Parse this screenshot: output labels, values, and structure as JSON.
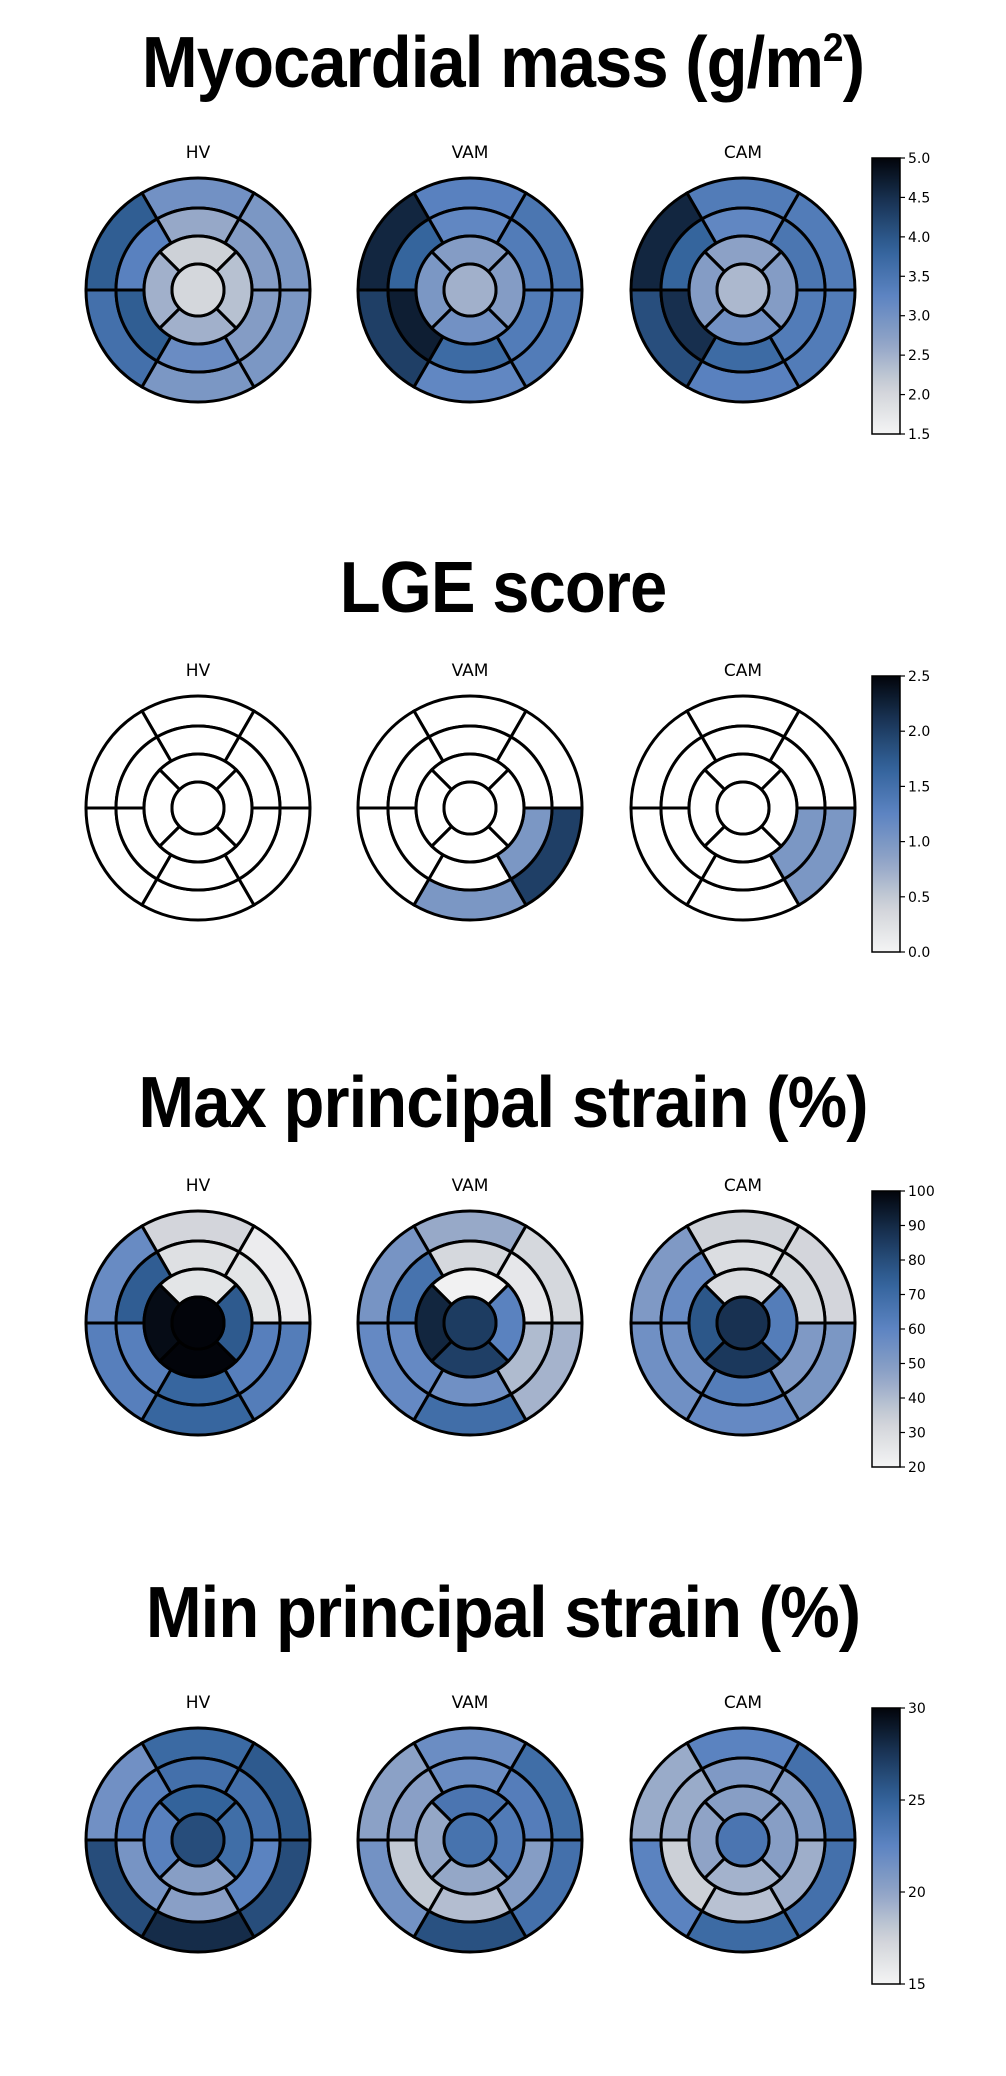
{
  "segment_order": "basal[top,upper-left,lower-left,bottom,lower-right,upper-right], mid[same], apical[top,left,bottom,right], apex",
  "chart_data": [
    {
      "type": "heatmap",
      "subtype": "bullseye-17-segment",
      "title": "Myocardial mass (g/m",
      "title_sup": "2",
      "title_close": ")",
      "vmin": 1.5,
      "vmax": 5.0,
      "colorbar_ticks": [
        "1.5",
        "2.0",
        "2.5",
        "3.0",
        "3.5",
        "4.0",
        "4.5",
        "5.0"
      ],
      "colorbar_tick_values": [
        1.5,
        2.0,
        2.5,
        3.0,
        3.5,
        4.0,
        4.5,
        5.0
      ],
      "panels": [
        {
          "label": "HV",
          "basal": [
            3.0,
            3.9,
            3.6,
            2.9,
            2.9,
            2.9
          ],
          "mid": [
            2.6,
            3.3,
            3.9,
            3.1,
            2.8,
            2.8
          ],
          "apical": [
            2.1,
            2.5,
            2.5,
            2.3
          ],
          "apex": 2.0
        },
        {
          "label": "VAM",
          "basal": [
            3.3,
            4.6,
            4.3,
            3.2,
            3.4,
            3.5
          ],
          "mid": [
            3.2,
            3.8,
            4.7,
            3.7,
            3.4,
            3.4
          ],
          "apical": [
            2.8,
            2.9,
            3.0,
            2.8
          ],
          "apex": 2.5
        },
        {
          "label": "CAM",
          "basal": [
            3.4,
            4.6,
            4.1,
            3.3,
            3.4,
            3.4
          ],
          "mid": [
            3.2,
            3.8,
            4.5,
            3.7,
            3.4,
            3.5
          ],
          "apical": [
            2.7,
            2.8,
            3.0,
            2.8
          ],
          "apex": 2.4
        }
      ]
    },
    {
      "type": "heatmap",
      "subtype": "bullseye-17-segment",
      "title": "LGE score",
      "vmin": 0.0,
      "vmax": 2.5,
      "colorbar_ticks": [
        "0.0",
        "0.5",
        "1.0",
        "1.5",
        "2.0",
        "2.5"
      ],
      "colorbar_tick_values": [
        0.0,
        0.5,
        1.0,
        1.5,
        2.0,
        2.5
      ],
      "panels": [
        {
          "label": "HV",
          "basal": [
            0,
            0,
            0,
            0,
            0,
            0
          ],
          "mid": [
            0,
            0,
            0,
            0,
            0,
            0
          ],
          "apical": [
            0,
            0,
            0,
            0
          ],
          "apex": 0
        },
        {
          "label": "VAM",
          "basal": [
            0,
            0,
            0,
            1.0,
            2.0,
            0
          ],
          "mid": [
            0,
            0,
            0,
            0,
            1.0,
            0
          ],
          "apical": [
            0,
            0,
            0,
            0
          ],
          "apex": 0
        },
        {
          "label": "CAM",
          "basal": [
            0,
            0,
            0,
            0,
            1.0,
            0
          ],
          "mid": [
            0,
            0,
            0,
            0,
            1.0,
            0
          ],
          "apical": [
            0,
            0,
            0,
            0
          ],
          "apex": 0
        }
      ]
    },
    {
      "type": "heatmap",
      "subtype": "bullseye-17-segment",
      "title": "Max principal strain (%)",
      "vmin": 20,
      "vmax": 100,
      "colorbar_ticks": [
        "20",
        "30",
        "40",
        "50",
        "60",
        "70",
        "80",
        "90",
        "100"
      ],
      "colorbar_tick_values": [
        20,
        30,
        40,
        50,
        60,
        70,
        80,
        90,
        100
      ],
      "panels": [
        {
          "label": "HV",
          "basal": [
            32,
            57,
            62,
            72,
            63,
            23
          ],
          "mid": [
            28,
            75,
            62,
            72,
            62,
            26
          ],
          "apical": [
            26,
            98,
            100,
            76
          ],
          "apex": 100
        },
        {
          "label": "VAM",
          "basal": [
            45,
            53,
            58,
            69,
            42,
            31
          ],
          "mid": [
            31,
            67,
            58,
            55,
            40,
            25
          ],
          "apical": [
            21,
            91,
            84,
            61
          ],
          "apex": 85
        },
        {
          "label": "CAM",
          "basal": [
            33,
            51,
            55,
            58,
            52,
            32
          ],
          "mid": [
            29,
            57,
            55,
            63,
            51,
            31
          ],
          "apical": [
            29,
            77,
            86,
            63
          ],
          "apex": 88
        }
      ]
    },
    {
      "type": "heatmap",
      "subtype": "bullseye-17-segment",
      "title": "Min principal strain (%)",
      "vmin": 15,
      "vmax": 30,
      "colorbar_ticks": [
        "15",
        "20",
        "25",
        "30"
      ],
      "colorbar_tick_values": [
        15,
        20,
        25,
        30
      ],
      "panels": [
        {
          "label": "HV",
          "basal": [
            24.5,
            21.5,
            26.2,
            28.0,
            26.2,
            25.5
          ],
          "mid": [
            24.0,
            22.8,
            21.2,
            20.3,
            22.6,
            24.0
          ],
          "apical": [
            25.0,
            22.8,
            20.4,
            24.2
          ],
          "apex": 26.2
        },
        {
          "label": "VAM",
          "basal": [
            21.8,
            20.2,
            21.4,
            26.0,
            24.0,
            24.2
          ],
          "mid": [
            21.8,
            20.3,
            18.0,
            18.6,
            20.5,
            23.0
          ],
          "apical": [
            23.6,
            19.8,
            19.8,
            23.2
          ],
          "apex": 23.8
        },
        {
          "label": "CAM",
          "basal": [
            22.6,
            19.6,
            22.6,
            24.4,
            24.0,
            24.0
          ],
          "mid": [
            20.8,
            19.6,
            17.6,
            18.4,
            19.4,
            20.6
          ],
          "apical": [
            20.4,
            20.0,
            19.2,
            20.4
          ],
          "apex": 23.6
        }
      ]
    }
  ],
  "colormap": {
    "name": "light-to-dark blue",
    "stops": [
      "#f4f4f4",
      "#cfd2d8",
      "#8fa3c6",
      "#5d84c2",
      "#33639b",
      "#1a3659",
      "#02040a"
    ]
  }
}
